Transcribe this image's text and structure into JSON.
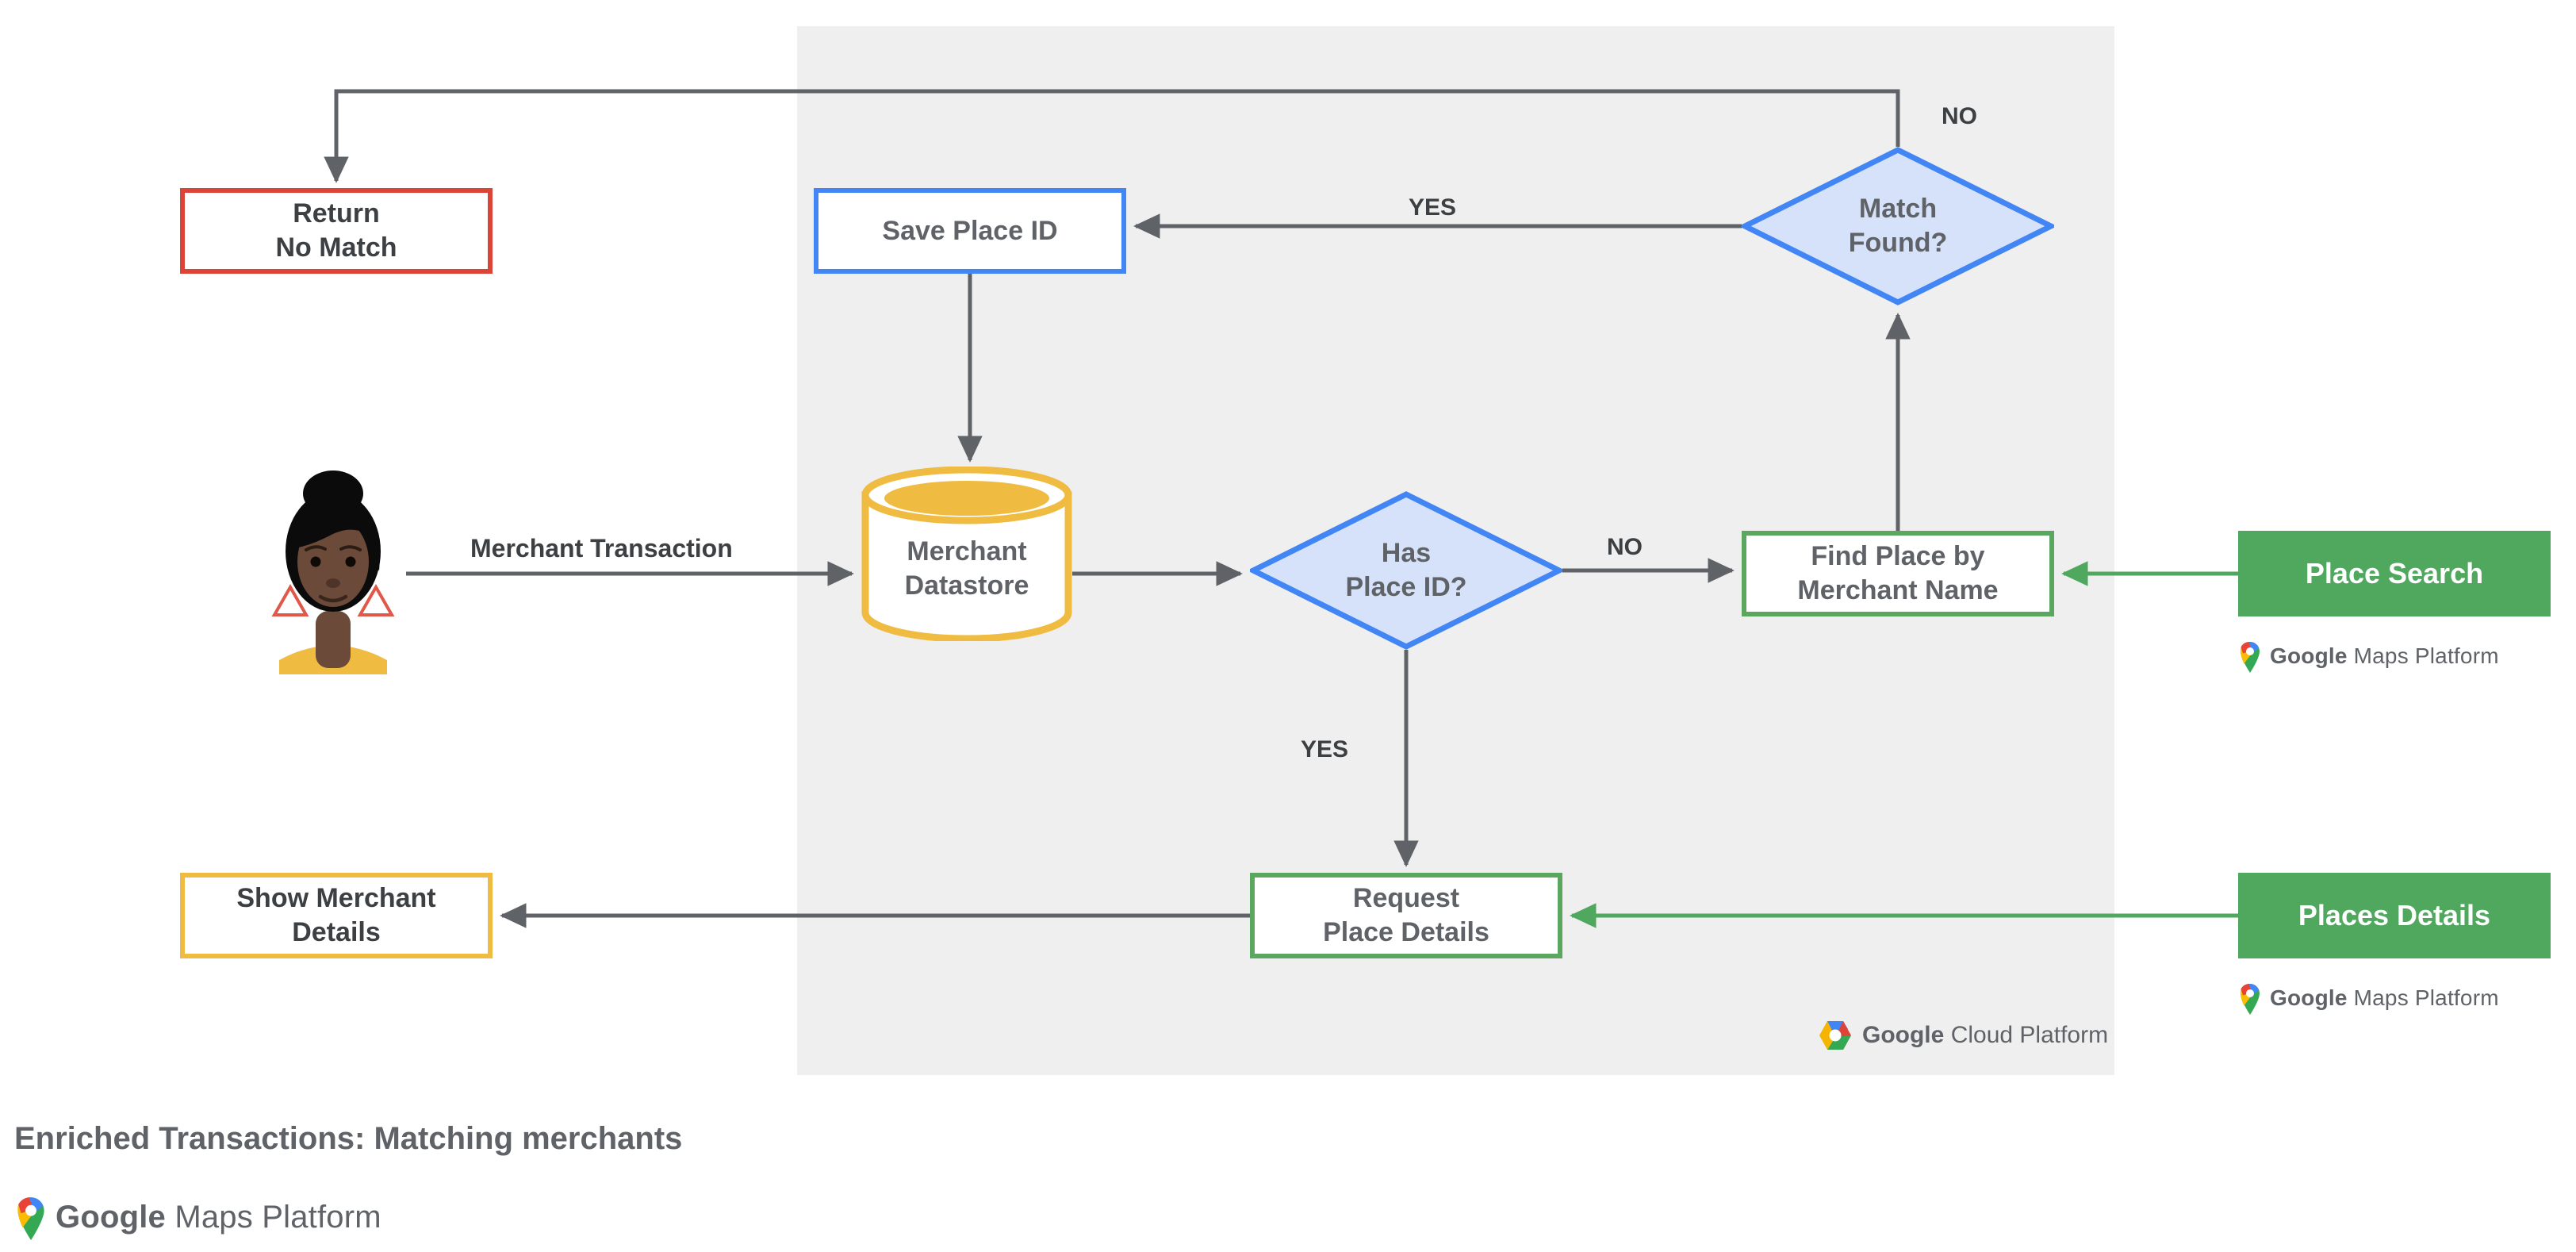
{
  "diagram": {
    "title": "Enriched Transactions: Matching merchants",
    "platform_panel_label": "Google Cloud Platform",
    "colors": {
      "panel_bg": "#EFEFEF",
      "red": "#DB4437",
      "blue": "#4285F4",
      "blue_fill": "#D6E2F9",
      "green_outline": "#5BA75F",
      "green_solid": "#4FA85E",
      "yellow": "#EFBB40",
      "edge": "#5F6368",
      "green_edge": "#4FA85E",
      "text": "#5F6368"
    },
    "nodes": {
      "return_no_match": "Return\nNo Match",
      "save_place_id": "Save Place ID",
      "match_found": "Match\nFound?",
      "merchant_datastore": "Merchant\nDatastore",
      "has_place_id": "Has\nPlace ID?",
      "find_place_by_merchant_name": "Find Place by\nMerchant Name",
      "place_search": "Place Search",
      "request_place_details": "Request\nPlace Details",
      "places_details": "Places Details",
      "show_merchant_details": "Show Merchant\nDetails"
    },
    "edge_labels": {
      "merchant_transaction": "Merchant Transaction",
      "yes_match_found": "YES",
      "no_match_found": "NO",
      "no_has_place_id": "NO",
      "yes_has_place_id": "YES"
    },
    "logos": {
      "google": "Google",
      "maps_platform": "Maps Platform",
      "cloud_platform": "Cloud Platform",
      "pin_icon": "google-maps-pin-icon",
      "hex_icon": "google-cloud-hexagon-icon"
    },
    "avatar": {
      "icon": "user-avatar-illustration",
      "alt": "Illustrated merchant customer avatar"
    }
  }
}
